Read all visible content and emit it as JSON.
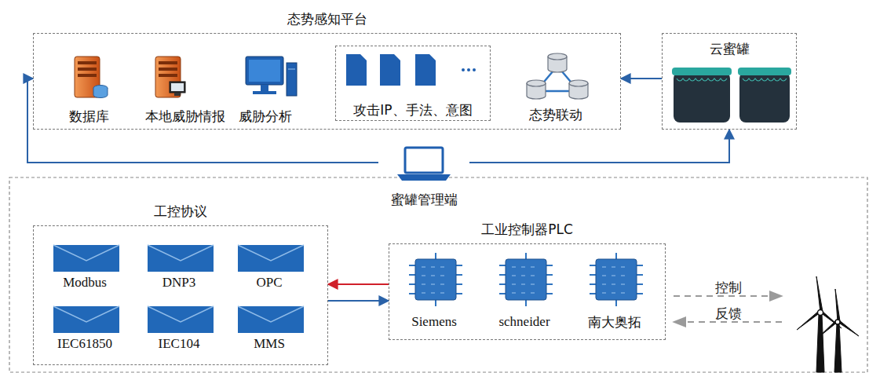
{
  "diagram": {
    "nodes": [
      {
        "text": [
          "态势感知平台"
        ]
      },
      {
        "text": [
          "数据库"
        ],
        "in": 0
      },
      {
        "text": [
          "本地威胁情报"
        ],
        "in": 0
      },
      {
        "text": [
          "威胁分析"
        ],
        "in": 0
      },
      {
        "text": [
          "攻击IP、手法、意图"
        ],
        "in": 0
      },
      {
        "text": [
          "态势联动"
        ],
        "in": 0
      },
      {
        "text": [
          "云蜜罐"
        ]
      },
      {
        "text": [
          "蜜罐管理端"
        ]
      },
      {
        "text": [
          "工控协议"
        ]
      },
      {
        "text": [
          "Modbus"
        ],
        "in": 8
      },
      {
        "text": [
          "DNP3"
        ],
        "in": 8
      },
      {
        "text": [
          "OPC"
        ],
        "in": 8
      },
      {
        "text": [
          "IEC61850"
        ],
        "in": 8
      },
      {
        "text": [
          "IEC104"
        ],
        "in": 8
      },
      {
        "text": [
          "MMS"
        ],
        "in": 8
      },
      {
        "text": [
          "工业控制器PLC"
        ]
      },
      {
        "text": [
          "Siemens"
        ],
        "in": 15
      },
      {
        "text": [
          "schneider"
        ],
        "in": 15
      },
      {
        "text": [
          "南大奥拓"
        ],
        "in": 15
      }
    ],
    "edges": [
      {
        "from": 6,
        "to": 0,
        "arrow": "to"
      },
      {
        "from": 7,
        "to": 0,
        "arrow": "to"
      },
      {
        "from": 7,
        "to": 6,
        "arrow": "to"
      },
      {
        "from": 15,
        "to": 8,
        "arrow": "to"
      },
      {
        "from": 8,
        "to": 15,
        "arrow": "to"
      }
    ],
    "labels": [
      "控制",
      "反馈"
    ]
  }
}
